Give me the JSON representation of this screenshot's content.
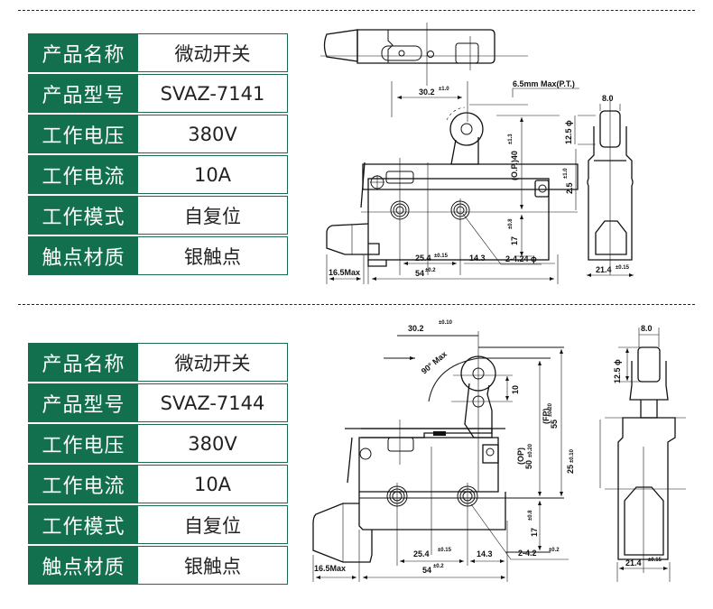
{
  "products": [
    {
      "specs": [
        {
          "label": "产品名称",
          "value": "微动开关"
        },
        {
          "label": "产品型号",
          "value": "SVAZ-7141"
        },
        {
          "label": "工作电压",
          "value": "380V"
        },
        {
          "label": "工作电流",
          "value": "10A"
        },
        {
          "label": "工作模式",
          "value": "自复位"
        },
        {
          "label": "触点材质",
          "value": "银触点"
        }
      ],
      "drawing": {
        "dims": {
          "lever_offset": "30.2",
          "lever_offset_tol": "±1.0",
          "pt": "6.5mm Max(P.T.)",
          "op_height": "(O.P.)40",
          "op_height_tol": "±1.3",
          "roller_dia": "12.5 ϕ",
          "roller_width": "8.0",
          "height_25": "2.5",
          "height_25_tol": "±1.0",
          "base_17": "17",
          "base_17_tol": "±0.8",
          "hole_pitch": "25.4",
          "hole_pitch_tol": "±0.15",
          "edge_143": "14.3",
          "holes": "2-4.24 ϕ",
          "length": "54",
          "length_tol": "±0.2",
          "plunger": "16.5Max",
          "width": "21.4",
          "width_tol": "±0.15"
        }
      }
    },
    {
      "specs": [
        {
          "label": "产品名称",
          "value": "微动开关"
        },
        {
          "label": "产品型号",
          "value": "SVAZ-7144"
        },
        {
          "label": "工作电压",
          "value": "380V"
        },
        {
          "label": "工作电流",
          "value": "10A"
        },
        {
          "label": "工作模式",
          "value": "自复位"
        },
        {
          "label": "触点材质",
          "value": "银触点"
        }
      ],
      "drawing": {
        "dims": {
          "lever_offset": "30.2",
          "lever_offset_tol": "±0.10",
          "angle": "90° Max",
          "arm": "10",
          "op": "(OP)",
          "op_val": "50",
          "op_tol": "±0.20",
          "fp": "(FP)",
          "fp_val": "55",
          "fp_tol": "±0.20",
          "h25": "25",
          "h25_tol": "±0.10",
          "base_17": "17",
          "base_17_tol": "±0.8",
          "hole_pitch": "25.4",
          "hole_pitch_tol": "±0.15",
          "edge_143": "14.3",
          "holes": "2-4.2",
          "holes_tol": "±0.2",
          "length": "54",
          "length_tol": "±0.2",
          "plunger": "16.5Max",
          "roller_dia": "12.5 ϕ",
          "roller_width": "8.0",
          "width": "21.4",
          "width_tol": "±0.15"
        }
      }
    }
  ]
}
